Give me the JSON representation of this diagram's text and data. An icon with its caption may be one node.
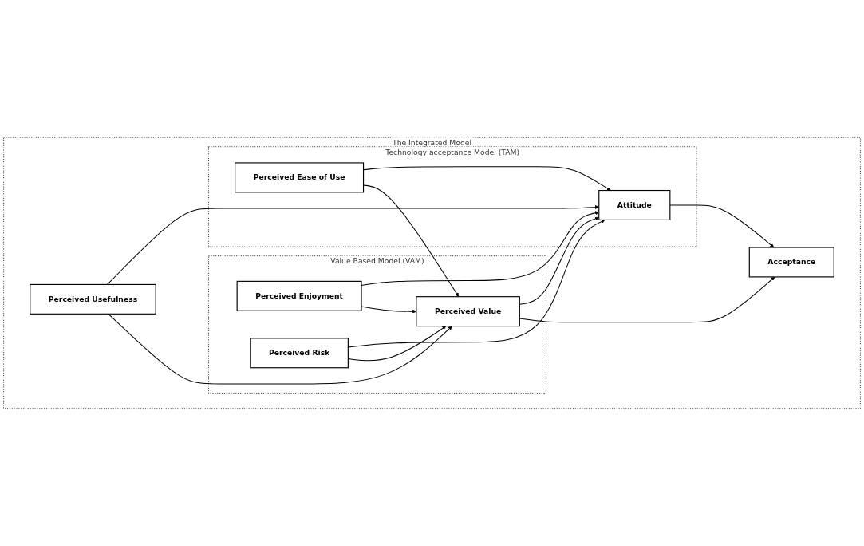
{
  "diagram": {
    "nodes": [
      {
        "text": [
          "The Integrated Model"
        ]
      },
      {
        "text": [
          "Technology acceptance Model (TAM)"
        ],
        "in": 0
      },
      {
        "text": [
          "Perceived Ease of Use"
        ],
        "in": 1
      },
      {
        "text": [
          "Attitude"
        ],
        "in": 1
      },
      {
        "text": [
          "Value Based Model (VAM)"
        ],
        "in": 0
      },
      {
        "text": [
          "Perceived Usefulness"
        ],
        "in": 0
      },
      {
        "text": [
          "Perceived Enjoyment"
        ],
        "in": 4
      },
      {
        "text": [
          "Perceived Risk"
        ],
        "in": 4
      },
      {
        "text": [
          "Perceived Value"
        ],
        "in": 4
      },
      {
        "text": [
          "Acceptance"
        ],
        "in": 0
      }
    ],
    "edges": [
      {
        "from": 2,
        "to": 3,
        "arrow": "to"
      },
      {
        "from": 2,
        "to": 8,
        "arrow": "to"
      },
      {
        "from": 5,
        "to": 3,
        "arrow": "to"
      },
      {
        "from": 5,
        "to": 8,
        "arrow": "to"
      },
      {
        "from": 6,
        "to": 3,
        "arrow": "to"
      },
      {
        "from": 6,
        "to": 8,
        "arrow": "to"
      },
      {
        "from": 7,
        "to": 3,
        "arrow": "to"
      },
      {
        "from": 7,
        "to": 8,
        "arrow": "to"
      },
      {
        "from": 8,
        "to": 3,
        "arrow": "to"
      },
      {
        "from": 3,
        "to": 9,
        "arrow": "to"
      },
      {
        "from": 8,
        "to": 9,
        "arrow": "to"
      }
    ]
  }
}
